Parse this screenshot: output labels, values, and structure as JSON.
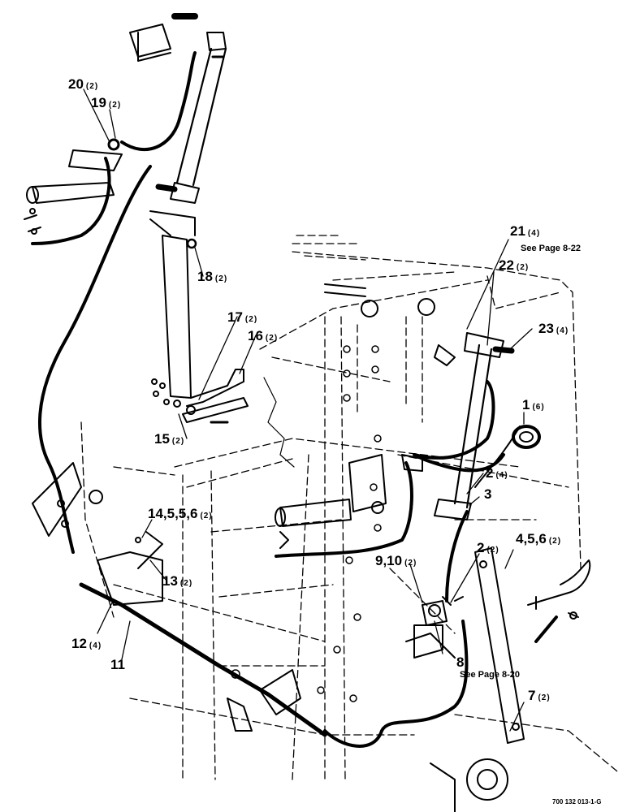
{
  "callouts": [
    {
      "id": "c20",
      "number": "20",
      "qty": "(2)"
    },
    {
      "id": "c19",
      "number": "19",
      "qty": "(2)"
    },
    {
      "id": "c18",
      "number": "18",
      "qty": "(2)"
    },
    {
      "id": "c17",
      "number": "17",
      "qty": "(2)"
    },
    {
      "id": "c16",
      "number": "16",
      "qty": "(2)"
    },
    {
      "id": "c15",
      "number": "15",
      "qty": "(2)"
    },
    {
      "id": "c21",
      "number": "21",
      "qty": "(4)"
    },
    {
      "id": "c22",
      "number": "22",
      "qty": "(2)"
    },
    {
      "id": "c23",
      "number": "23",
      "qty": "(4)"
    },
    {
      "id": "c1",
      "number": "1",
      "qty": "(6)"
    },
    {
      "id": "c2a",
      "number": "2",
      "qty": "(4)"
    },
    {
      "id": "c3",
      "number": "3",
      "qty": ""
    },
    {
      "id": "c14",
      "number": "14,5,5,6",
      "qty": "(2)"
    },
    {
      "id": "c13",
      "number": "13",
      "qty": "(2)"
    },
    {
      "id": "c2b",
      "number": "2",
      "qty": "(2)"
    },
    {
      "id": "c4",
      "number": "4,5,6",
      "qty": "(2)"
    },
    {
      "id": "c9",
      "number": "9,10",
      "qty": "(2)"
    },
    {
      "id": "c12",
      "number": "12",
      "qty": "(4)"
    },
    {
      "id": "c11",
      "number": "11",
      "qty": ""
    },
    {
      "id": "c8",
      "number": "8",
      "qty": ""
    },
    {
      "id": "c7",
      "number": "7",
      "qty": "(2)"
    }
  ],
  "notes": {
    "see_page_822": "See Page 8-22",
    "see_page_820": "See Page 8-20"
  },
  "figure_code": "700 132 013-1-G"
}
